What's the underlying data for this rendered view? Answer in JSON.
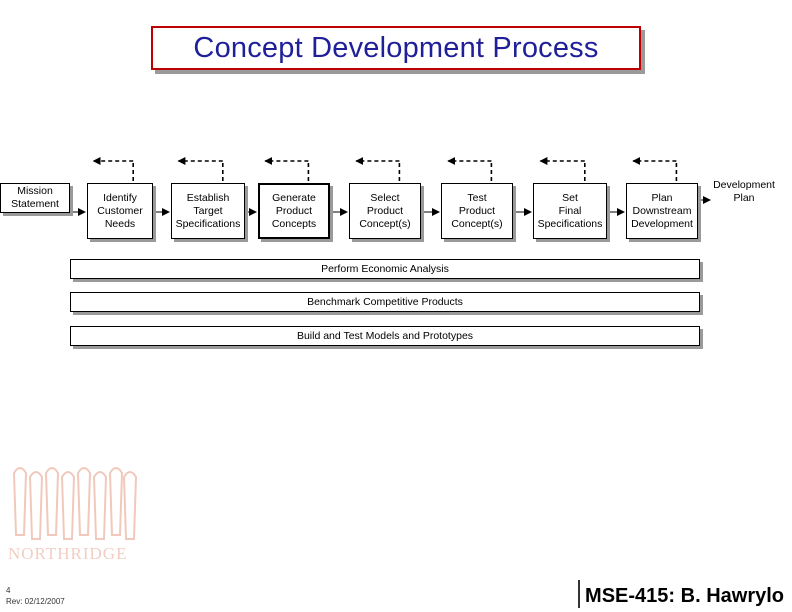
{
  "title": "Concept Development Process",
  "steps": [
    {
      "label": "Mission\nStatement"
    },
    {
      "label": "Identify\nCustomer\nNeeds"
    },
    {
      "label": "Establish\nTarget\nSpecifications"
    },
    {
      "label": "Generate\nProduct\nConcepts"
    },
    {
      "label": "Select\nProduct\nConcept(s)"
    },
    {
      "label": "Test\nProduct\nConcept(s)"
    },
    {
      "label": "Set\nFinal\nSpecifications"
    },
    {
      "label": "Plan\nDownstream\nDevelopment"
    },
    {
      "label": "Development\nPlan"
    }
  ],
  "activities": [
    {
      "label": "Perform Economic Analysis"
    },
    {
      "label": "Benchmark Competitive Products"
    },
    {
      "label": "Build and Test Models and Prototypes"
    }
  ],
  "footer": {
    "slide_number": "4",
    "revision": "Rev: 02/12/2007",
    "course": "MSE-415:  B. Hawrylo"
  },
  "logo": {
    "text": "NORTHRIDGE",
    "color": "#e8a58f"
  },
  "colors": {
    "title_border": "#c00000",
    "title_text": "#1f1f9a",
    "shadow": "#9a9a9a"
  }
}
